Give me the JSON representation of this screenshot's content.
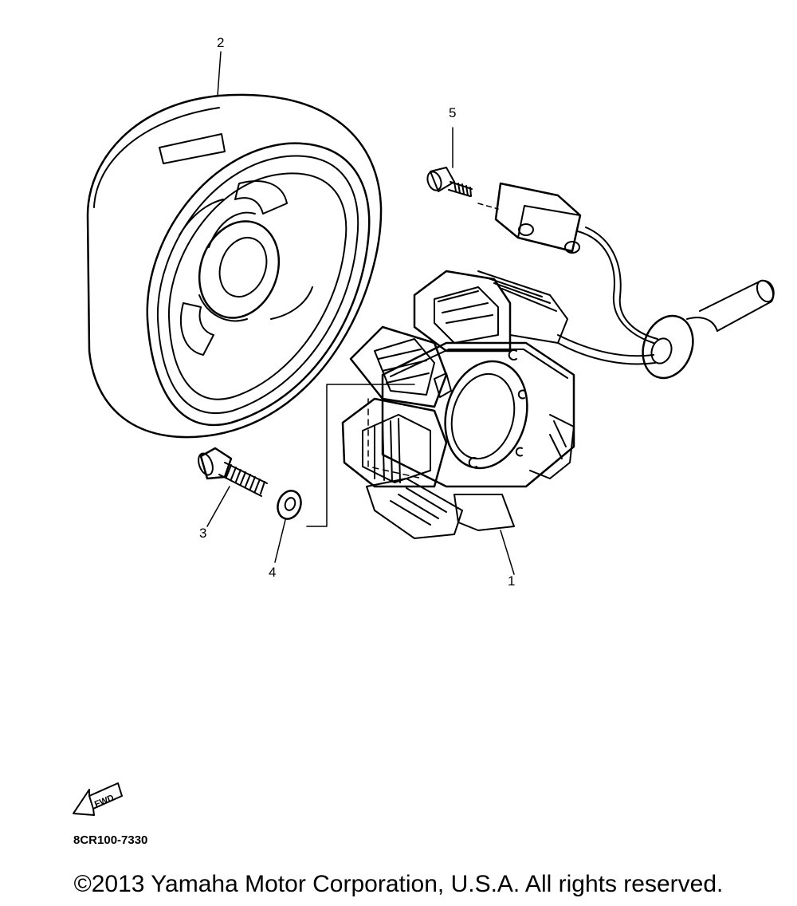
{
  "callouts": {
    "part1": "1",
    "part2": "2",
    "part3": "3",
    "part4": "4",
    "part5": "5"
  },
  "parts": [
    {
      "number": "1",
      "icon": "stator-assembly-icon"
    },
    {
      "number": "2",
      "icon": "rotor-flywheel-icon"
    },
    {
      "number": "3",
      "icon": "bolt-icon"
    },
    {
      "number": "4",
      "icon": "washer-icon"
    },
    {
      "number": "5",
      "icon": "screw-icon"
    }
  ],
  "fwd_label": "FWD",
  "diagram_code": "8CR100-7330",
  "copyright": "©2013 Yamaha Motor Corporation, U.S.A. All rights reserved.",
  "colors": {
    "line": "#000000",
    "background": "#ffffff"
  }
}
